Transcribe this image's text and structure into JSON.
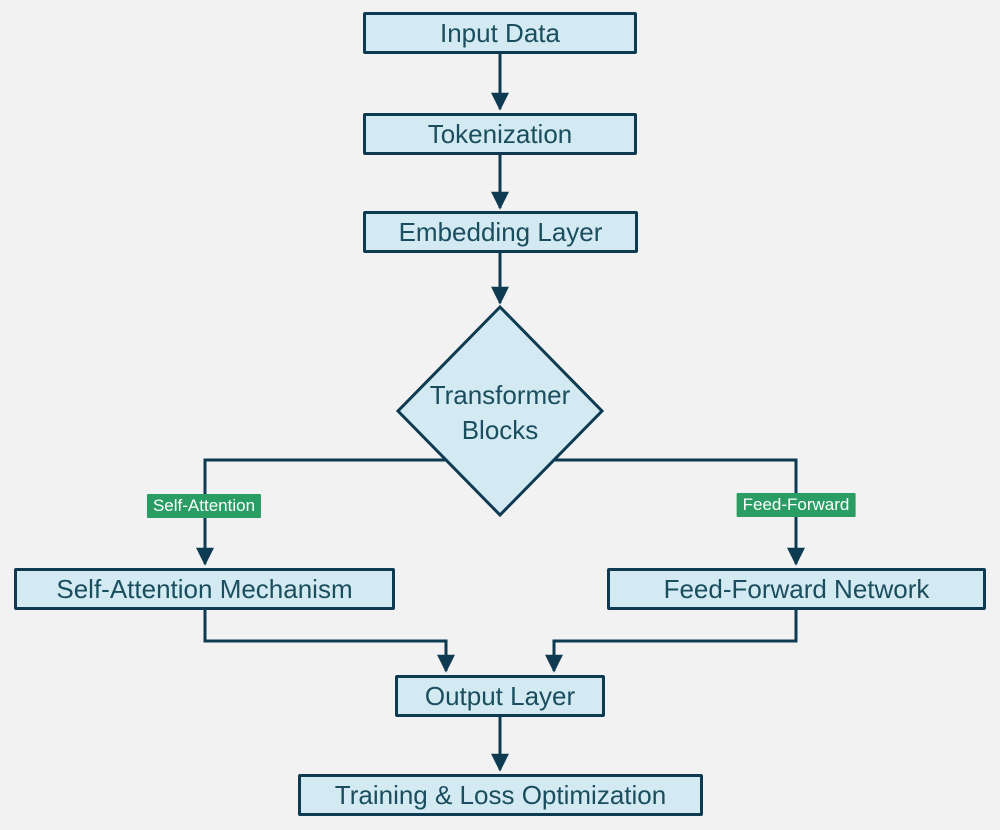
{
  "diagram": {
    "colors": {
      "background": "#f2f2f2",
      "node_fill": "#d3eaf3",
      "node_border": "#0e3a52",
      "node_text": "#1a4e5e",
      "edge_color": "#0e3a52",
      "label_bg": "#2a9d64",
      "label_text": "#ffffff"
    },
    "nodes": {
      "input_data": "Input Data",
      "tokenization": "Tokenization",
      "embedding_layer": "Embedding Layer",
      "transformer_blocks": "Transformer Blocks",
      "self_attention_mechanism": "Self-Attention Mechanism",
      "feed_forward_network": "Feed-Forward Network",
      "output_layer": "Output Layer",
      "training_loss_optimization": "Training & Loss Optimization"
    },
    "edge_labels": {
      "self_attention": "Self-Attention",
      "feed_forward": "Feed-Forward"
    },
    "edges": [
      {
        "from": "input_data",
        "to": "tokenization",
        "label": ""
      },
      {
        "from": "tokenization",
        "to": "embedding_layer",
        "label": ""
      },
      {
        "from": "embedding_layer",
        "to": "transformer_blocks",
        "label": ""
      },
      {
        "from": "transformer_blocks",
        "to": "self_attention_mechanism",
        "label": "Self-Attention"
      },
      {
        "from": "transformer_blocks",
        "to": "feed_forward_network",
        "label": "Feed-Forward"
      },
      {
        "from": "self_attention_mechanism",
        "to": "output_layer",
        "label": ""
      },
      {
        "from": "feed_forward_network",
        "to": "output_layer",
        "label": ""
      },
      {
        "from": "output_layer",
        "to": "training_loss_optimization",
        "label": ""
      }
    ]
  }
}
